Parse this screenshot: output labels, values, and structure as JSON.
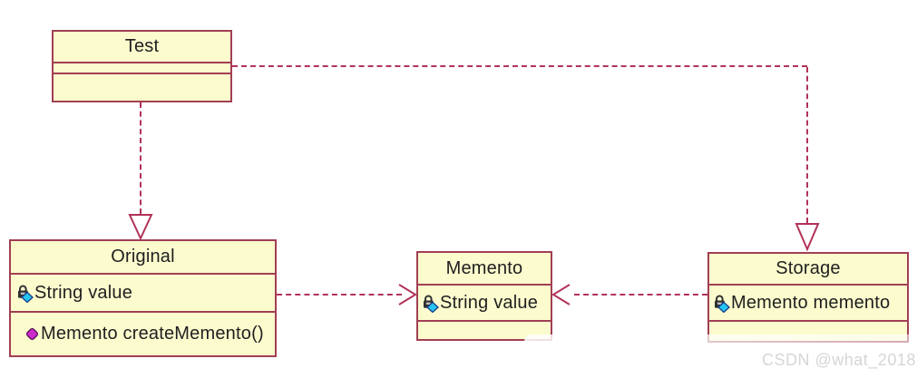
{
  "diagram": {
    "type": "uml-class-diagram",
    "pattern": "Memento pattern",
    "colors": {
      "box_fill": "#FBFBCE",
      "box_border": "#A23F54",
      "connector": "#B23358",
      "text": "#1F1F1F",
      "watermark": "#D6D6D6",
      "attr_diamond": "#25C7F2",
      "attr_diamond_border": "#1B3C8A",
      "method_diamond": "#CC29CC",
      "method_diamond_border": "#4A0D52",
      "lock": "#303030",
      "lock_keyhole": "#BFBFBF"
    },
    "classes": [
      {
        "name": "Test",
        "attributes": [],
        "methods": []
      },
      {
        "name": "Original",
        "attributes": [
          {
            "icon": "private-attribute-lock-icon",
            "label": "String value"
          }
        ],
        "methods": [
          {
            "icon": "method-diamond-icon",
            "label": "Memento createMemento()"
          }
        ]
      },
      {
        "name": "Memento",
        "attributes": [
          {
            "icon": "private-attribute-lock-icon",
            "label": "String value"
          }
        ],
        "methods": []
      },
      {
        "name": "Storage",
        "attributes": [
          {
            "icon": "private-attribute-lock-icon",
            "label": "Memento memento"
          }
        ],
        "methods": []
      }
    ],
    "relationships": [
      {
        "from": "Test",
        "to": "Original",
        "line": "dashed",
        "arrowhead": "hollow-triangle"
      },
      {
        "from": "Test",
        "to": "Storage",
        "line": "dashed",
        "arrowhead": "hollow-triangle"
      },
      {
        "from": "Original",
        "to": "Memento",
        "line": "dashed",
        "arrowhead": "open"
      },
      {
        "from": "Storage",
        "to": "Memento",
        "line": "dashed",
        "arrowhead": "open"
      }
    ],
    "watermark": "CSDN @what_2018"
  }
}
